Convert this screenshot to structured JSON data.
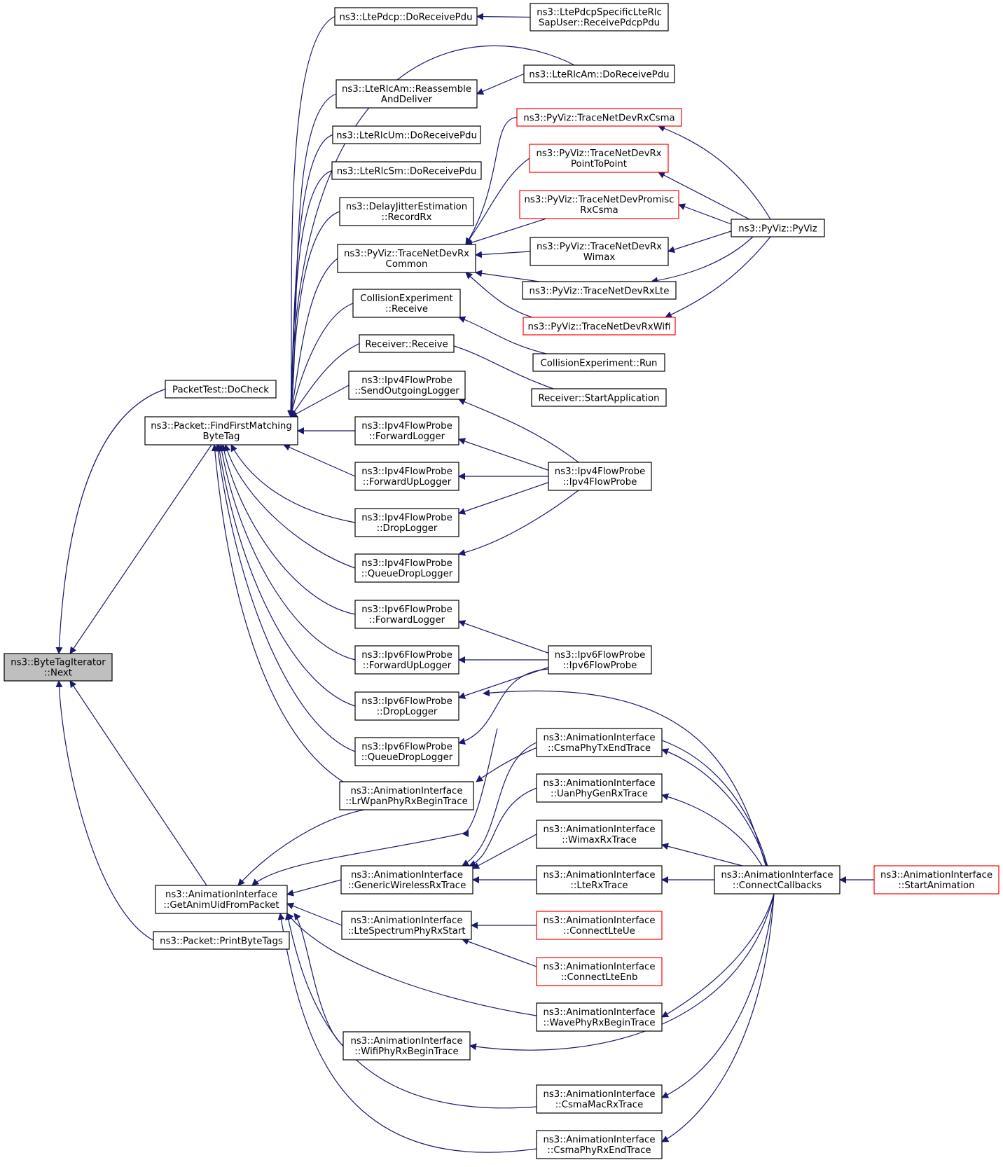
{
  "colors": {
    "edge": "#191970",
    "node_border": "#000000",
    "node_border_truncated": "#ff0000",
    "focus_fill": "#bfbfbf"
  },
  "nodes": {
    "next": [
      "ns3::ByteTagIterator",
      "::Next"
    ],
    "packettest_docheck": [
      "PacketTest::DoCheck"
    ],
    "findfirst": [
      "ns3::Packet::FindFirstMatching",
      "ByteTag"
    ],
    "getanimuid": [
      "ns3::AnimationInterface",
      "::GetAnimUidFromPacket"
    ],
    "printbytetags": [
      "ns3::Packet::PrintByteTags"
    ],
    "ltepdcp_doreceive": [
      "ns3::LtePdcp::DoReceivePdu"
    ],
    "ltepdcpsap": [
      "ns3::LtePdcpSpecificLteRlc",
      "SapUser::ReceivePdcpPdu"
    ],
    "lterlcam_doreceive": [
      "ns3::LteRlcAm::DoReceivePdu"
    ],
    "lterlcam_reassemble": [
      "ns3::LteRlcAm::Reassemble",
      "AndDeliver"
    ],
    "lterlcum": [
      "ns3::LteRlcUm::DoReceivePdu"
    ],
    "lterlcsm": [
      "ns3::LteRlcSm::DoReceivePdu"
    ],
    "delayjitter": [
      "ns3::DelayJitterEstimation",
      "::RecordRx"
    ],
    "pyviz_common": [
      "ns3::PyViz::TraceNetDevRx",
      "Common"
    ],
    "pyviz_csma": [
      "ns3::PyViz::TraceNetDevRxCsma"
    ],
    "pyviz_p2p": [
      "ns3::PyViz::TraceNetDevRx",
      "PointToPoint"
    ],
    "pyviz_promisc": [
      "ns3::PyViz::TraceNetDevPromisc",
      "RxCsma"
    ],
    "pyviz_wimax": [
      "ns3::PyViz::TraceNetDevRx",
      "Wimax"
    ],
    "pyviz_lte": [
      "ns3::PyViz::TraceNetDevRxLte"
    ],
    "pyviz_wifi": [
      "ns3::PyViz::TraceNetDevRxWifi"
    ],
    "pyviz": [
      "ns3::PyViz::PyViz"
    ],
    "collision_receive": [
      "CollisionExperiment",
      "::Receive"
    ],
    "collision_run": [
      "CollisionExperiment::Run"
    ],
    "receiver_receive": [
      "Receiver::Receive"
    ],
    "receiver_start": [
      "Receiver::StartApplication"
    ],
    "ipv4_send": [
      "ns3::Ipv4FlowProbe",
      "::SendOutgoingLogger"
    ],
    "ipv4_forward": [
      "ns3::Ipv4FlowProbe",
      "::ForwardLogger"
    ],
    "ipv4_forwardup": [
      "ns3::Ipv4FlowProbe",
      "::ForwardUpLogger"
    ],
    "ipv4_drop": [
      "ns3::Ipv4FlowProbe",
      "::DropLogger"
    ],
    "ipv4_queuedrop": [
      "ns3::Ipv4FlowProbe",
      "::QueueDropLogger"
    ],
    "ipv4_probe": [
      "ns3::Ipv4FlowProbe",
      "::Ipv4FlowProbe"
    ],
    "ipv6_forward": [
      "ns3::Ipv6FlowProbe",
      "::ForwardLogger"
    ],
    "ipv6_forwardup": [
      "ns3::Ipv6FlowProbe",
      "::ForwardUpLogger"
    ],
    "ipv6_drop": [
      "ns3::Ipv6FlowProbe",
      "::DropLogger"
    ],
    "ipv6_queuedrop": [
      "ns3::Ipv6FlowProbe",
      "::QueueDropLogger"
    ],
    "ipv6_probe": [
      "ns3::Ipv6FlowProbe",
      "::Ipv6FlowProbe"
    ],
    "lrwpan": [
      "ns3::AnimationInterface",
      "::LrWpanPhyRxBeginTrace"
    ],
    "csmaphytxend": [
      "ns3::AnimationInterface",
      "::CsmaPhyTxEndTrace"
    ],
    "uanphygenrx": [
      "ns3::AnimationInterface",
      "::UanPhyGenRxTrace"
    ],
    "wimaxrx": [
      "ns3::AnimationInterface",
      "::WimaxRxTrace"
    ],
    "genericwireless": [
      "ns3::AnimationInterface",
      "::GenericWirelessRxTrace"
    ],
    "lterx": [
      "ns3::AnimationInterface",
      "::LteRxTrace"
    ],
    "connectcallbacks": [
      "ns3::AnimationInterface",
      "::ConnectCallbacks"
    ],
    "startanimation": [
      "ns3::AnimationInterface",
      "::StartAnimation"
    ],
    "ltespectrum": [
      "ns3::AnimationInterface",
      "::LteSpectrumPhyRxStart"
    ],
    "connectlteue": [
      "ns3::AnimationInterface",
      "::ConnectLteUe"
    ],
    "connectlteenb": [
      "ns3::AnimationInterface",
      "::ConnectLteEnb"
    ],
    "wavephy": [
      "ns3::AnimationInterface",
      "::WavePhyRxBeginTrace"
    ],
    "wifiphy": [
      "ns3::AnimationInterface",
      "::WifiPhyRxBeginTrace"
    ],
    "csmamacrx": [
      "ns3::AnimationInterface",
      "::CsmaMacRxTrace"
    ],
    "csmaphyrxend": [
      "ns3::AnimationInterface",
      "::CsmaPhyRxEndTrace"
    ]
  }
}
